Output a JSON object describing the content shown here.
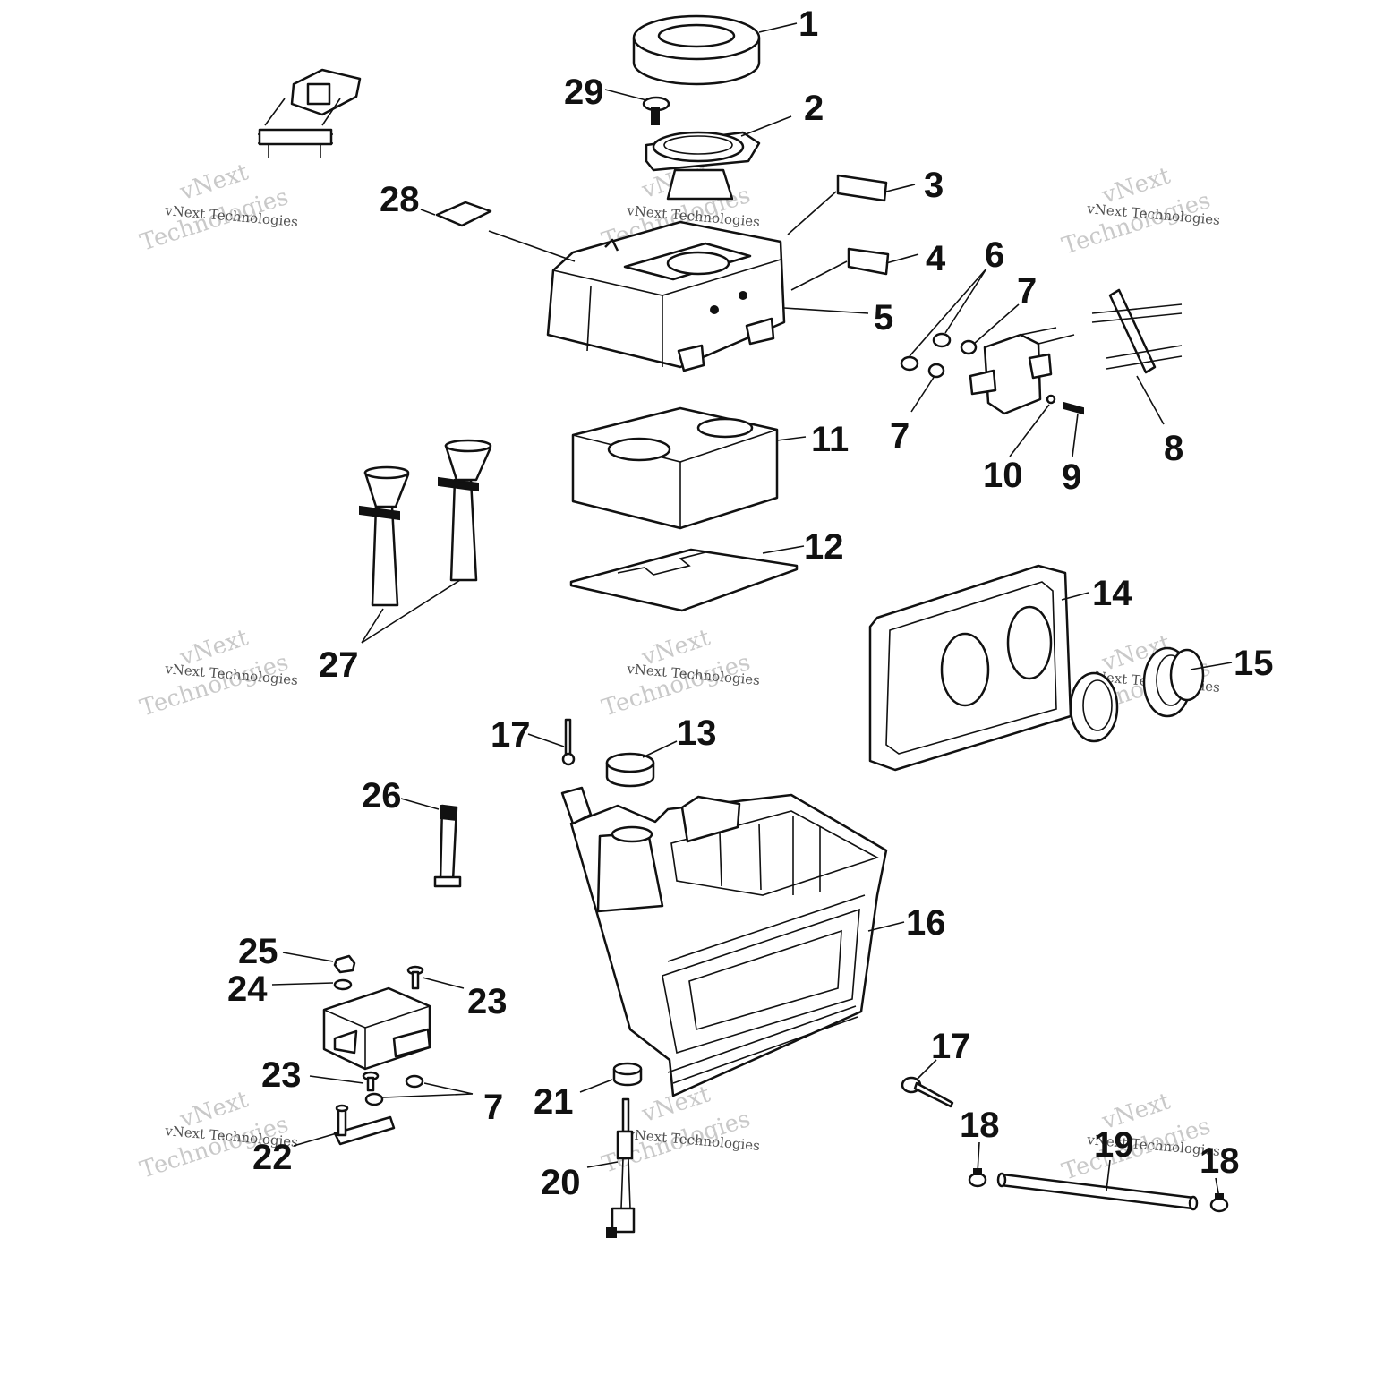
{
  "diagram": {
    "callouts": {
      "c1": "1",
      "c2": "2",
      "c3": "3",
      "c4": "4",
      "c5": "5",
      "c6": "6",
      "c7a": "7",
      "c7b": "7",
      "c7c": "7",
      "c8": "8",
      "c9": "9",
      "c10": "10",
      "c11": "11",
      "c12": "12",
      "c13": "13",
      "c14": "14",
      "c15": "15",
      "c16": "16",
      "c17a": "17",
      "c17b": "17",
      "c18a": "18",
      "c18b": "18",
      "c19": "19",
      "c20": "20",
      "c21": "21",
      "c22": "22",
      "c23a": "23",
      "c23b": "23",
      "c24": "24",
      "c25": "25",
      "c26": "26",
      "c27": "27",
      "c28": "28",
      "c29": "29"
    },
    "watermark": {
      "small": "vNext Technologies",
      "big_line1": "vNext",
      "big_line2": "Technologies"
    }
  }
}
